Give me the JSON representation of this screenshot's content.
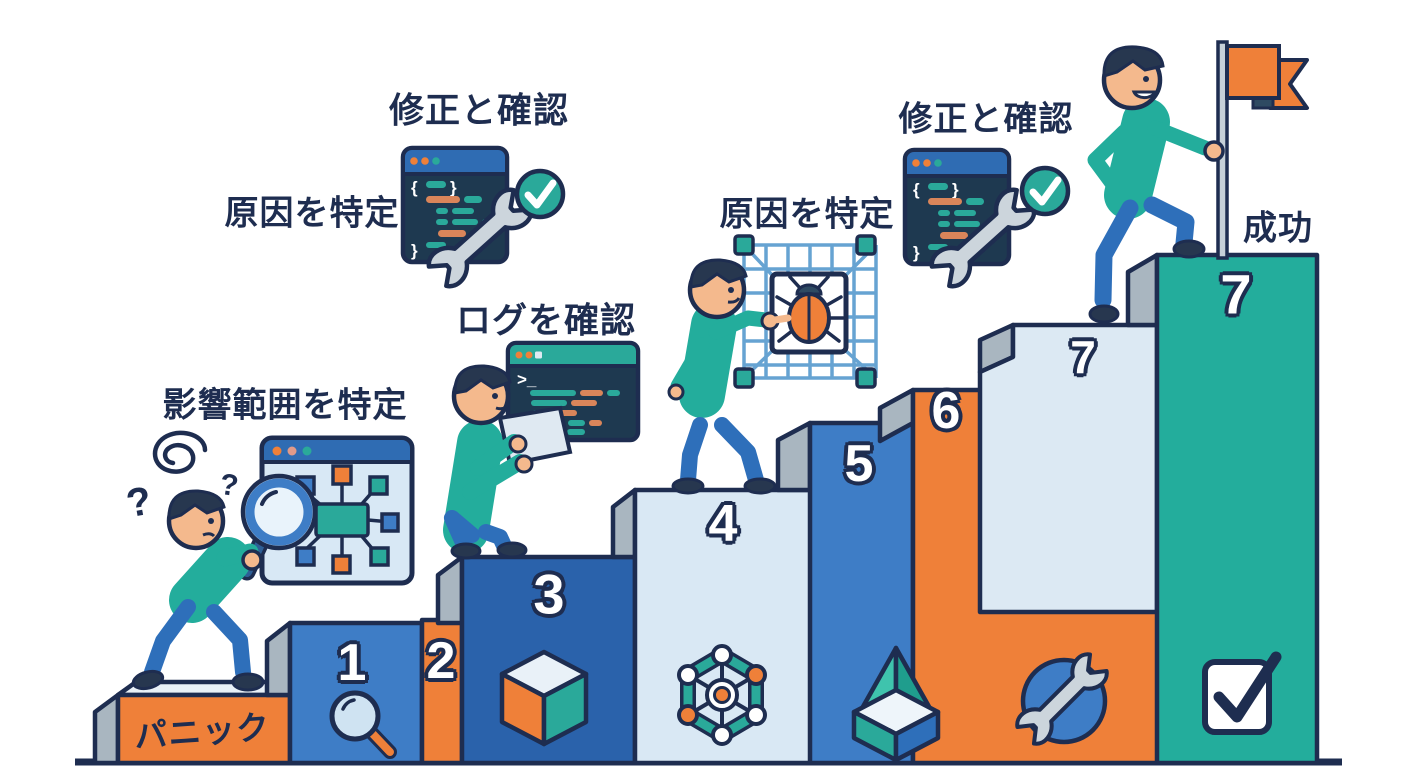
{
  "annotations": {
    "impact_scope": "影響範囲を特定",
    "check_logs": "ログを確認",
    "identify_cause_left": "原因を特定",
    "fix_and_verify_left": "修正と確認",
    "identify_cause_right": "原因を特定",
    "fix_and_verify_right": "修正と確認",
    "success": "成功"
  },
  "steps": [
    {
      "id": "step-panic",
      "number": "",
      "label": "パニック",
      "color": "#ef8039",
      "icon": ""
    },
    {
      "id": "step-1",
      "number": "1",
      "color": "#3e7dc6",
      "icon": "magnifier-icon"
    },
    {
      "id": "step-2",
      "number": "2",
      "color": "#ef8039",
      "icon": ""
    },
    {
      "id": "step-3",
      "number": "3",
      "color": "#2a62ab",
      "icon": "cube-icon"
    },
    {
      "id": "step-4",
      "number": "4",
      "color": "#d9e8f4",
      "icon": "network-icon"
    },
    {
      "id": "step-5",
      "number": "5",
      "color": "#3e7dc6",
      "icon": "pyramid-box-icon"
    },
    {
      "id": "step-6",
      "number": "6",
      "color": "#ef8039",
      "icon": "wrench-circle-icon"
    },
    {
      "id": "step-7-landing",
      "number": "7",
      "color": "#dce9f3",
      "icon": ""
    },
    {
      "id": "step-7-goal",
      "number": "7",
      "color": "#23ad9c",
      "icon": "checkbox-icon"
    }
  ],
  "decorations": {
    "question_mark": "?",
    "terminal_prompt": ">_",
    "code_brace_open": "{",
    "code_brace_close": "}"
  },
  "colors": {
    "teal": "#23ad9c",
    "teal_accent": "#2aa99a",
    "blue": "#3e7dc6",
    "dark_blue": "#2a62ab",
    "orange": "#ef8039",
    "light_blue_step": "#d9e8f4",
    "navy_outline": "#1e2d50",
    "window_body": "#1e3950",
    "titlebar_blue": "#2f6cb3",
    "bevel_gray": "#a9b6c0",
    "wrench_gray": "#ccd5dc",
    "skin": "#f4b98d",
    "pants_blue": "#2e6fba"
  }
}
